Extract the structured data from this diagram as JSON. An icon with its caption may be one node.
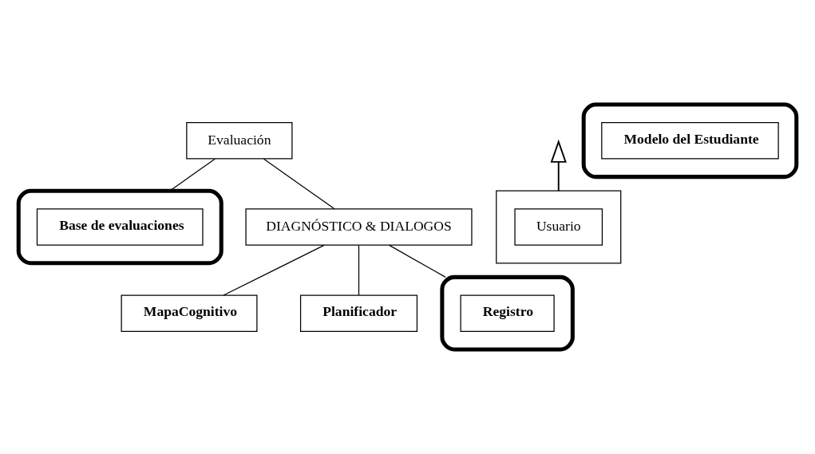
{
  "diagram": {
    "nodes": [
      {
        "text": [
          "Evaluación"
        ]
      },
      {
        "text": [],
        "shape": "cylinder"
      },
      {
        "text": [
          "Base de evaluaciones"
        ],
        "in": 1
      },
      {
        "text": [],
        "shape": "box"
      },
      {
        "text": [
          "Usuario"
        ],
        "in": 3
      },
      {
        "text": [
          "DIAGNÓSTICO & DIALOGOS"
        ]
      },
      {
        "text": [],
        "shape": "cylinder"
      },
      {
        "text": [
          "Modelo del Estudiante"
        ],
        "in": 6
      },
      {
        "text": [
          "MapaCognitivo"
        ]
      },
      {
        "text": [
          "Planificador"
        ]
      },
      {
        "text": [],
        "shape": "cylinder"
      },
      {
        "text": [
          "Registro"
        ],
        "in": 10
      }
    ],
    "edges": [
      {
        "from": 0,
        "to": 1,
        "arrow": "none"
      },
      {
        "from": 0,
        "to": 5,
        "arrow": "none"
      },
      {
        "from": 3,
        "to": null,
        "arrow": "to"
      },
      {
        "from": 5,
        "to": 8,
        "arrow": "none"
      },
      {
        "from": 5,
        "to": 9,
        "arrow": "none"
      },
      {
        "from": 5,
        "to": 10,
        "arrow": "none"
      }
    ]
  }
}
